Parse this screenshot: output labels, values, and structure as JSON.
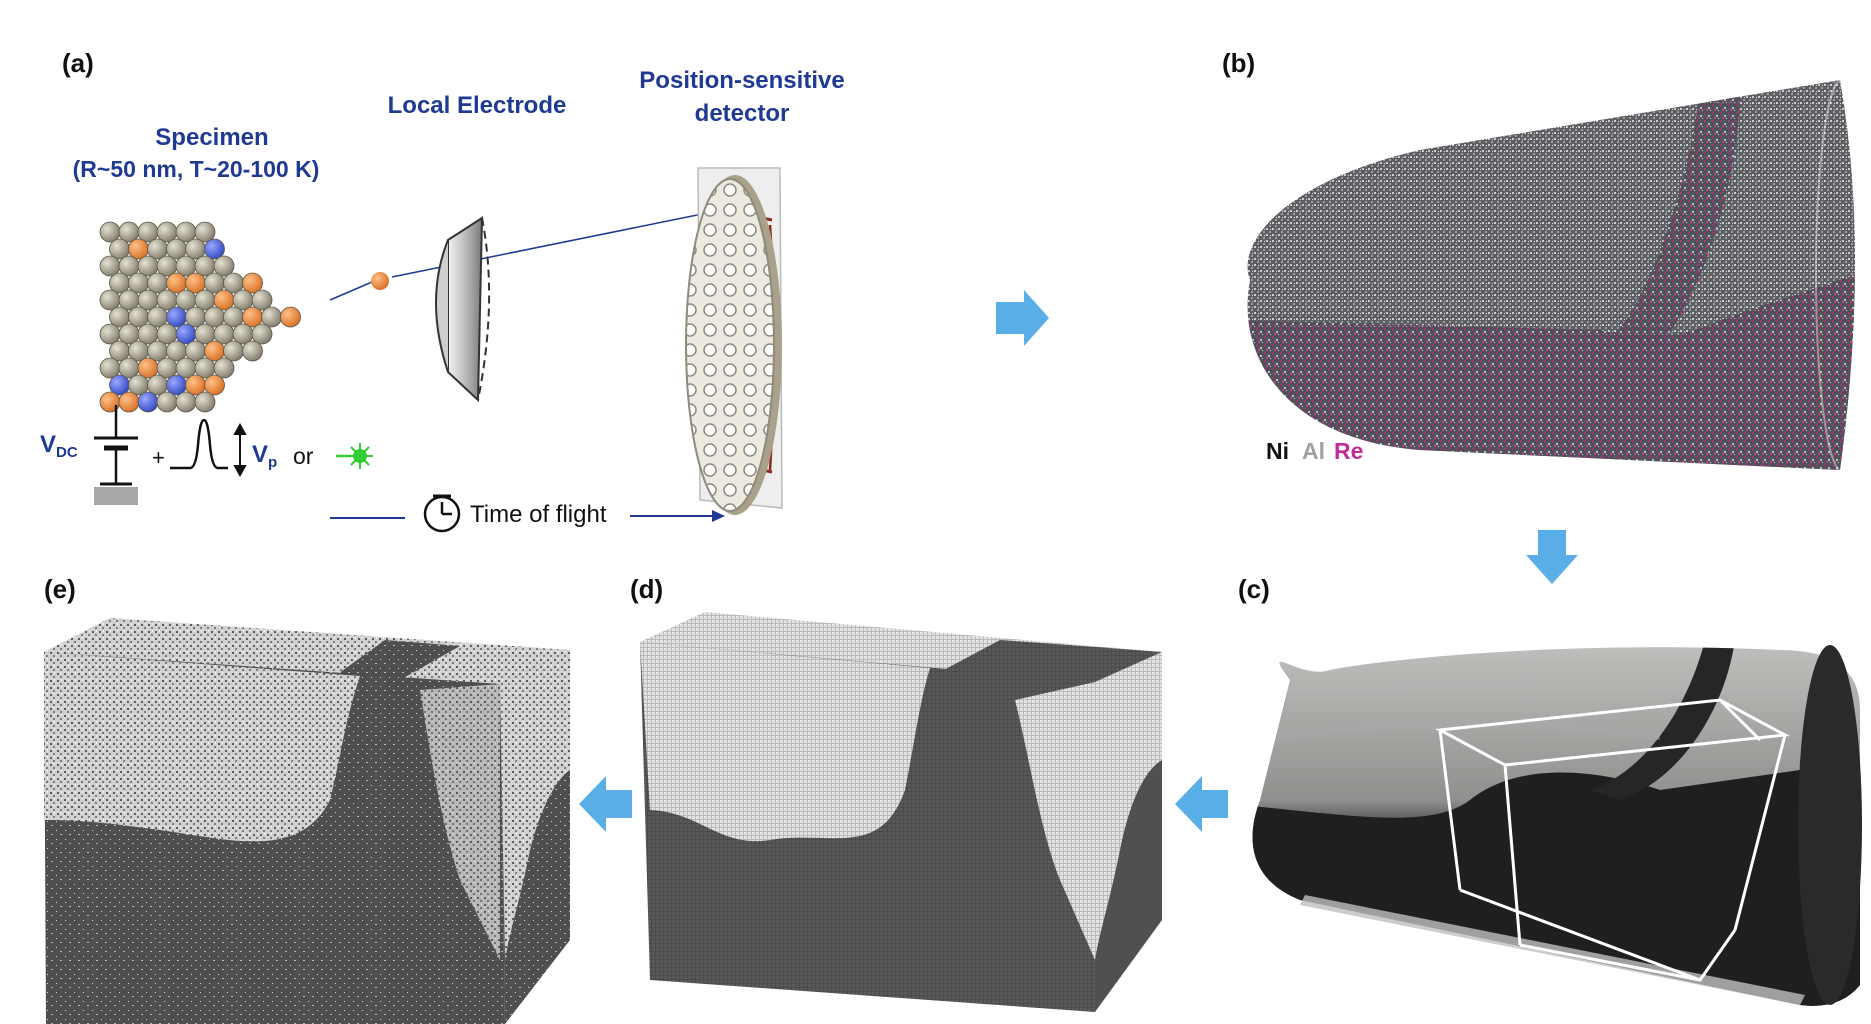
{
  "panels": {
    "a": "(a)",
    "b": "(b)",
    "c": "(c)",
    "d": "(d)",
    "e": "(e)"
  },
  "panel_a": {
    "specimen_title": "Specimen",
    "specimen_conditions": "(R~50 nm, T~20-100 K)",
    "local_electrode": "Local Electrode",
    "detector_line1": "Position-sensitive",
    "detector_line2": "detector",
    "vdc_main": "V",
    "vdc_sub": "DC",
    "plus": "+",
    "vp_main": "V",
    "vp_sub": "p",
    "or": "or",
    "time_of_flight": "Time of flight"
  },
  "panel_b": {
    "legend_ni": "Ni",
    "legend_al": "Al",
    "legend_re": "Re"
  },
  "colors": {
    "label_blue": "#1f3a93",
    "atom_grey": "#9b9684",
    "atom_orange": "#e8873a",
    "atom_blue": "#4a63d4",
    "re_magenta": "#c02a9a",
    "arrow_blue": "#5aaee8",
    "laser_green": "#33cc33"
  },
  "icons": [
    "clock-icon",
    "laser-burst-icon",
    "pulse-icon",
    "flow-arrow-icon"
  ]
}
